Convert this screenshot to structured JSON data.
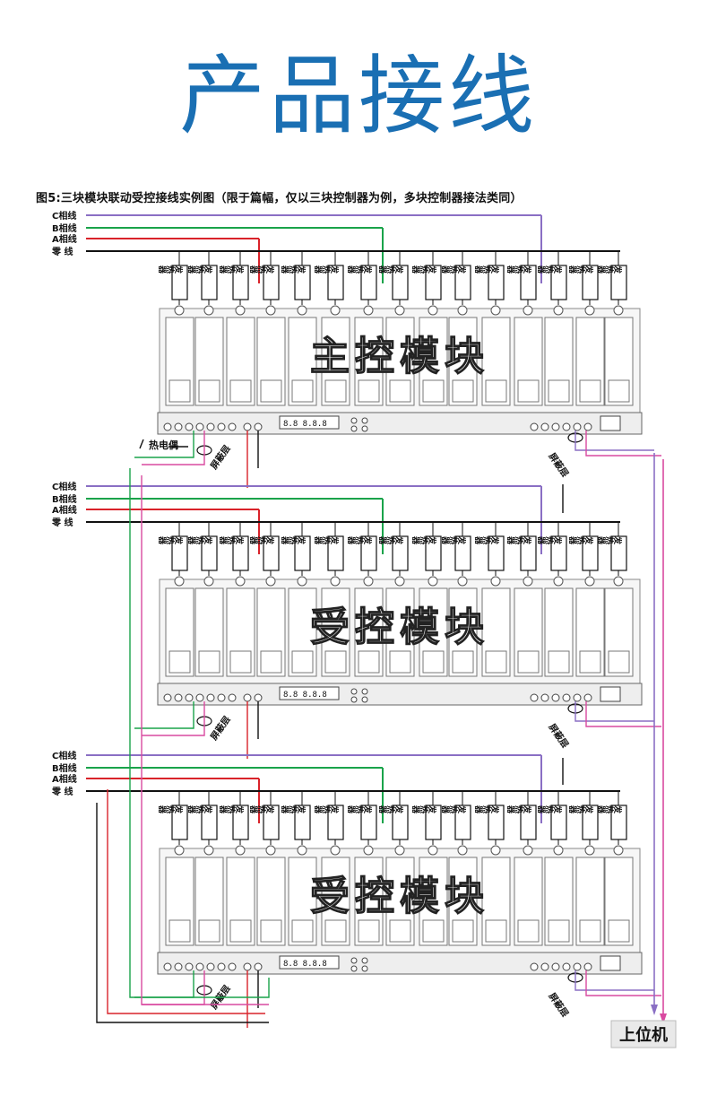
{
  "title": "产品接线",
  "caption": "图5:三块模块联动受控接线实例图（限于篇幅，仅以三块控制器为例，多块控制器接法类同）",
  "line_labels": [
    "C相线",
    "B相线",
    "A相线",
    "零  线"
  ],
  "heater_label": "发热器",
  "thermocouple_label": "热电偶",
  "shield_label": "屏蔽层",
  "upper_pc_label": "上位机",
  "modules": [
    {
      "name": "主控模块"
    },
    {
      "name": "受控模块"
    },
    {
      "name": "受控模块"
    }
  ],
  "display_text": "8.8 8.8.8",
  "wire_colors": {
    "c_phase": "#8a6fc4",
    "b_phase": "#1aa34a",
    "a_phase": "#d9232a",
    "neutral": "#111111",
    "signal_pink": "#d94aa0"
  },
  "accent_color": "#1a6fb3"
}
